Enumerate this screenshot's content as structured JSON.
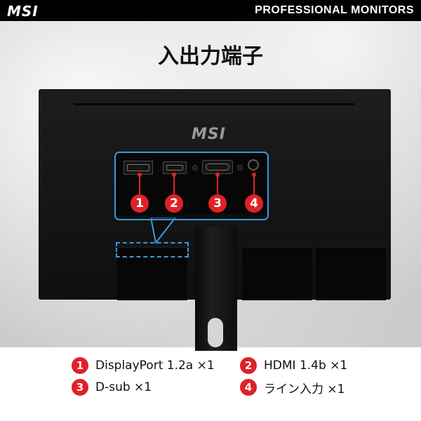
{
  "header": {
    "logo_text": "MSI",
    "title": "PROFESSIONAL MONITORS"
  },
  "page_title": "入出力端子",
  "monitor": {
    "logo_text": "MSI"
  },
  "ports": [
    {
      "number": "1",
      "label": "DisplayPort 1.2a ×1"
    },
    {
      "number": "2",
      "label": "HDMI 1.4b ×1"
    },
    {
      "number": "3",
      "label": "D-sub ×1"
    },
    {
      "number": "4",
      "label": "ライン入力 ×1"
    }
  ],
  "colors": {
    "accent": "#e02128",
    "highlight": "#3a9ad9",
    "header_bg": "#000000"
  }
}
